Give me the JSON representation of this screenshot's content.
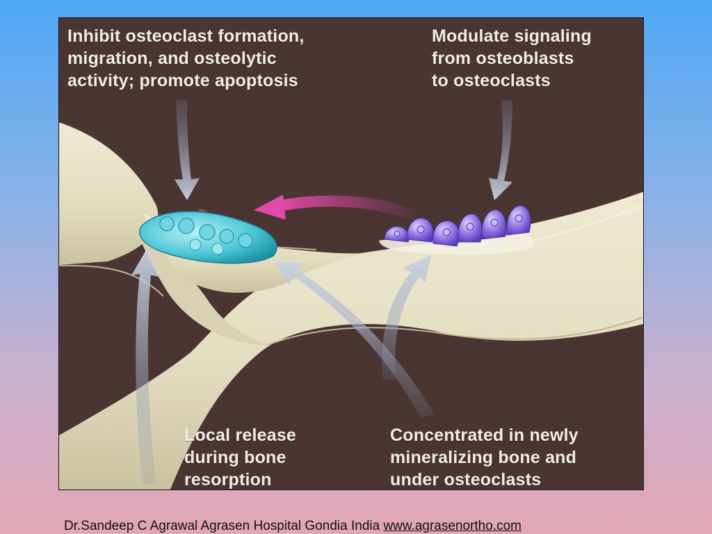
{
  "figure": {
    "labels": {
      "top_left": "Inhibit osteoclast formation,\nmigration, and osteolytic\nactivity; promote apoptosis",
      "top_right": "Modulate signaling\nfrom osteoblasts\nto osteoclasts",
      "bottom_left": "Local release\nduring bone\nresorption",
      "bottom_right": "Concentrated in newly\nmineralizing bone and\nunder osteoclasts"
    },
    "colors": {
      "background": "#4b3533",
      "bone": "#e6e0c4",
      "osteoclast": "#4cc6d6",
      "osteoblast": "#8a6fe0",
      "signal_arrow": "#d23f9e",
      "flow_arrow": "#b9c4d6"
    }
  },
  "footer": {
    "text": "Dr.Sandeep C Agrawal Agrasen Hospital Gondia India ",
    "link": "www.agrasenortho.com"
  }
}
